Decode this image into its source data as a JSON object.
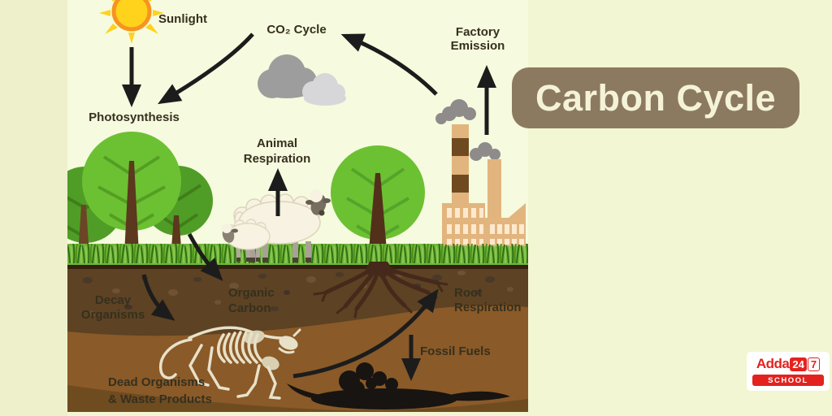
{
  "title_badge": {
    "label": "Carbon Cycle"
  },
  "labels": {
    "sunlight": "Sunlight",
    "co2_cycle": "CO₂ Cycle",
    "factory_emission": {
      "line1": "Factory",
      "line2": "Emission"
    },
    "photosynthesis": "Photosynthesis",
    "animal_respiration": {
      "line1": "Animal",
      "line2": "Respiration"
    },
    "decay_organisms": {
      "line1": "Decay",
      "line2": "Organisms"
    },
    "organic_carbon": {
      "line1": "Organic",
      "line2": "Carbon"
    },
    "root_respiration": {
      "line1": "Root",
      "line2": "Respiration"
    },
    "fossil_fuels": "Fossil Fuels",
    "dead_organisms": {
      "line1": "Dead Organisms",
      "line2": "& Waste Products"
    }
  },
  "logo": {
    "brand": "Adda",
    "digits_24": "24",
    "digit_7": "7",
    "sub": "SCHOOL"
  },
  "icons": [
    "sun-icon",
    "cloud-icon",
    "tree-icon",
    "sheep-icon",
    "factory-icon",
    "roots-icon",
    "skeleton-icon",
    "oil-deposit-icon",
    "arrow-icon"
  ],
  "colors": {
    "page_bg": "#f2f6d2",
    "left_strip_bg": "#eef0cc",
    "diagram_bg": "#f6fade",
    "badge_bg": "#8c7a60",
    "badge_text": "#f4f3d8",
    "label_text": "#35301f",
    "arrow": "#1c1c1c",
    "sun_yellow": "#ffd21c",
    "sun_ring": "#f7941e",
    "cloud_dark": "#9d9d9d",
    "cloud_light": "#d7d7da",
    "tree_green": "#6cc133",
    "tree_green_dark": "#4f9d27",
    "trunk_brown": "#5c381e",
    "grass_green": "#74b63c",
    "soil_top": "#5d4223",
    "soil_mid": "#8a5a28",
    "soil_bottom": "#6f4b20",
    "factory_tan": "#e2b57e",
    "factory_band": "#6f4a21",
    "logo_red": "#e3221f"
  }
}
